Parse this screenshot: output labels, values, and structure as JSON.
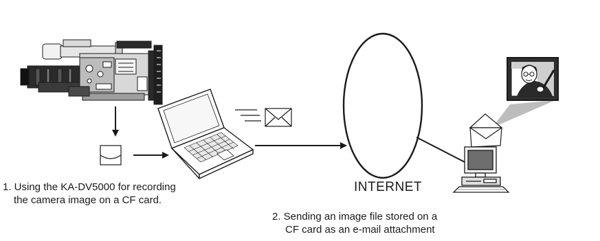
{
  "internet_label": "INTERNET",
  "captions": {
    "step1": {
      "line1": "1. Using the KA-DV5000 for recording",
      "line2": "the camera image on a CF card."
    },
    "step2": {
      "line1": "2. Sending an image file stored on a",
      "line2": "CF card as an e-mail attachment"
    }
  },
  "icons": {
    "camera": "camcorder-icon",
    "cf_card": "cf-card-icon",
    "laptop": "laptop-icon",
    "mail": "envelope-icon",
    "desktop": "desktop-computer-icon",
    "photo": "portrait-photo-icon"
  },
  "colors": {
    "line": "#1a1a1a",
    "gray": "#bdbdbd",
    "dark": "#333333"
  }
}
